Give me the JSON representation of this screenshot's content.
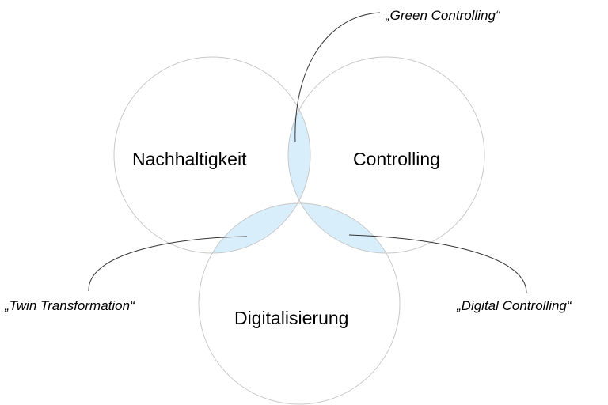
{
  "sets": {
    "left": "Nachhaltigkeit",
    "right": "Controlling",
    "bottom": "Digitalisierung"
  },
  "intersections": {
    "left_right": "„Green Controlling“",
    "left_bottom": "„Twin Transformation“",
    "right_bottom": "„Digital Controlling“"
  },
  "colors": {
    "pair_overlap": "#d8eefa",
    "triple_overlap": "#0a86c8",
    "circle_stroke": "#c8c8c8"
  }
}
